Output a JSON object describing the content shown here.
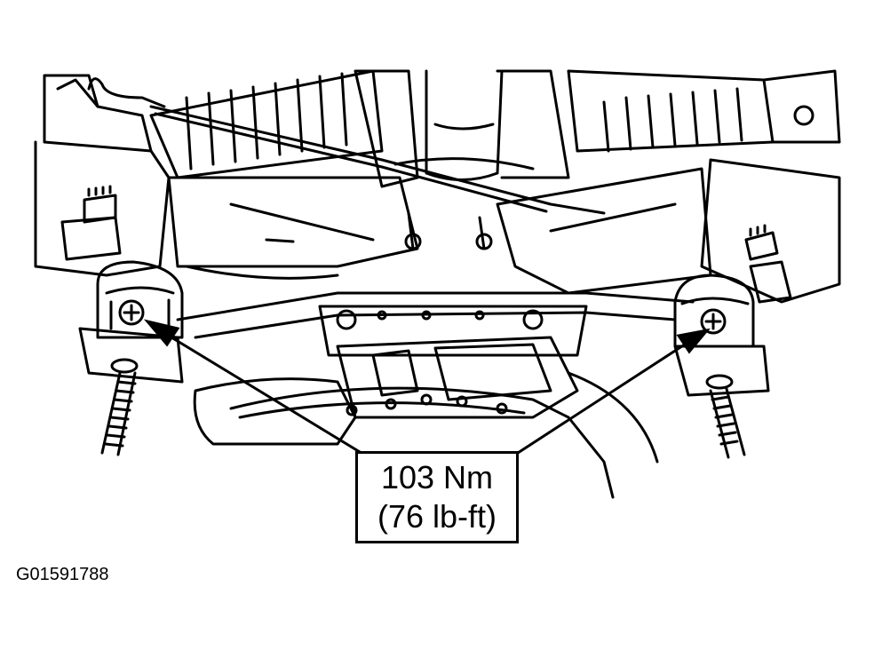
{
  "callout": {
    "torque_nm": "103 Nm",
    "torque_lbft": "(76 lb-ft)"
  },
  "figure_id": "G01591788",
  "colors": {
    "ink": "#000000",
    "paper": "#ffffff"
  }
}
